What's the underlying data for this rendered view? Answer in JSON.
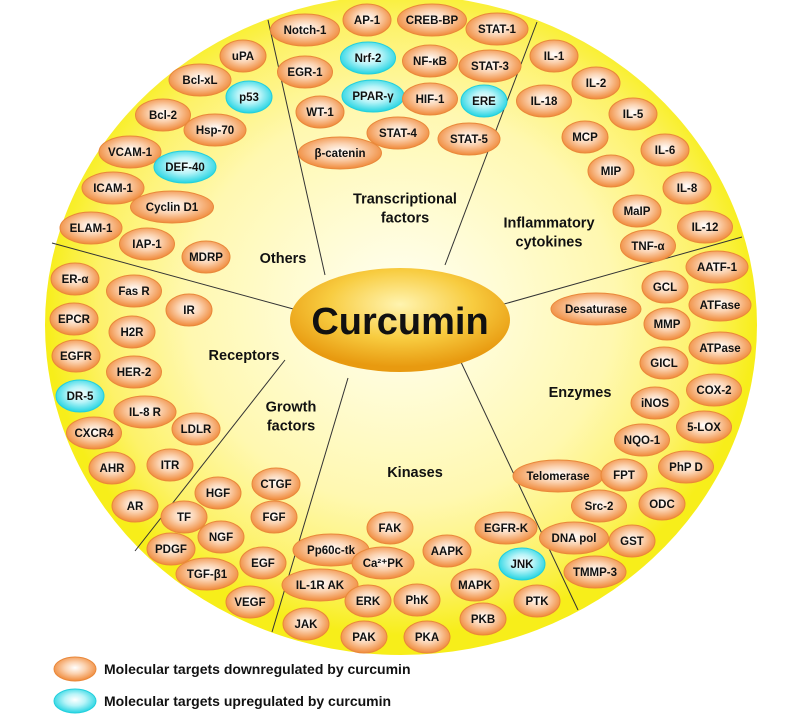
{
  "center_label": "Curcumin",
  "colors": {
    "downregulated": "#f39a4e",
    "upregulated": "#3fe0ea",
    "disc_edge": "#f7ee1a",
    "disc_center": "#fffbe6",
    "center_fill": "#f2b01e"
  },
  "categories": [
    {
      "name": "Others",
      "label_lines": [
        "Others"
      ],
      "items": [
        {
          "label": "uPA",
          "reg": "down"
        },
        {
          "label": "Bcl-xL",
          "reg": "down"
        },
        {
          "label": "p53",
          "reg": "up"
        },
        {
          "label": "Bcl-2",
          "reg": "down"
        },
        {
          "label": "Hsp-70",
          "reg": "down"
        },
        {
          "label": "VCAM-1",
          "reg": "down"
        },
        {
          "label": "DEF-40",
          "reg": "up"
        },
        {
          "label": "ICAM-1",
          "reg": "down"
        },
        {
          "label": "Cyclin D1",
          "reg": "down"
        },
        {
          "label": "ELAM-1",
          "reg": "down"
        },
        {
          "label": "IAP-1",
          "reg": "down"
        },
        {
          "label": "MDRP",
          "reg": "down"
        }
      ]
    },
    {
      "name": "Transcriptional factors",
      "label_lines": [
        "Transcriptional",
        "factors"
      ],
      "items": [
        {
          "label": "Notch-1",
          "reg": "down"
        },
        {
          "label": "AP-1",
          "reg": "down"
        },
        {
          "label": "CREB-BP",
          "reg": "down"
        },
        {
          "label": "STAT-1",
          "reg": "down"
        },
        {
          "label": "Nrf-2",
          "reg": "up"
        },
        {
          "label": "NF-κB",
          "reg": "down"
        },
        {
          "label": "STAT-3",
          "reg": "down"
        },
        {
          "label": "EGR-1",
          "reg": "down"
        },
        {
          "label": "PPAR-γ",
          "reg": "up"
        },
        {
          "label": "HIF-1",
          "reg": "down"
        },
        {
          "label": "ERE",
          "reg": "up"
        },
        {
          "label": "WT-1",
          "reg": "down"
        },
        {
          "label": "STAT-4",
          "reg": "down"
        },
        {
          "label": "STAT-5",
          "reg": "down"
        },
        {
          "label": "β-catenin",
          "reg": "down"
        }
      ]
    },
    {
      "name": "Inflammatory cytokines",
      "label_lines": [
        "Inflammatory",
        "cytokines"
      ],
      "items": [
        {
          "label": "IL-1",
          "reg": "down"
        },
        {
          "label": "IL-2",
          "reg": "down"
        },
        {
          "label": "IL-18",
          "reg": "down"
        },
        {
          "label": "IL-5",
          "reg": "down"
        },
        {
          "label": "MCP",
          "reg": "down"
        },
        {
          "label": "IL-6",
          "reg": "down"
        },
        {
          "label": "MIP",
          "reg": "down"
        },
        {
          "label": "IL-8",
          "reg": "down"
        },
        {
          "label": "MaIP",
          "reg": "down"
        },
        {
          "label": "IL-12",
          "reg": "down"
        },
        {
          "label": "TNF-α",
          "reg": "down"
        }
      ]
    },
    {
      "name": "Enzymes",
      "label_lines": [
        "Enzymes"
      ],
      "items": [
        {
          "label": "AATF-1",
          "reg": "down"
        },
        {
          "label": "GCL",
          "reg": "down"
        },
        {
          "label": "Desaturase",
          "reg": "down"
        },
        {
          "label": "ATFase",
          "reg": "down"
        },
        {
          "label": "MMP",
          "reg": "down"
        },
        {
          "label": "ATPase",
          "reg": "down"
        },
        {
          "label": "GICL",
          "reg": "down"
        },
        {
          "label": "COX-2",
          "reg": "down"
        },
        {
          "label": "iNOS",
          "reg": "down"
        },
        {
          "label": "5-LOX",
          "reg": "down"
        },
        {
          "label": "NQO-1",
          "reg": "down"
        },
        {
          "label": "PhP D",
          "reg": "down"
        },
        {
          "label": "Telomerase",
          "reg": "down"
        },
        {
          "label": "FPT",
          "reg": "down"
        },
        {
          "label": "Src-2",
          "reg": "down"
        },
        {
          "label": "ODC",
          "reg": "down"
        },
        {
          "label": "DNA pol",
          "reg": "down"
        },
        {
          "label": "GST",
          "reg": "down"
        },
        {
          "label": "TMMP-3",
          "reg": "down"
        }
      ]
    },
    {
      "name": "Kinases",
      "label_lines": [
        "Kinases"
      ],
      "items": [
        {
          "label": "FAK",
          "reg": "down"
        },
        {
          "label": "EGFR-K",
          "reg": "down"
        },
        {
          "label": "Pp60c-tk",
          "reg": "down"
        },
        {
          "label": "Ca²⁺PK",
          "reg": "down"
        },
        {
          "label": "AAPK",
          "reg": "down"
        },
        {
          "label": "JNK",
          "reg": "up"
        },
        {
          "label": "IL-1R AK",
          "reg": "down"
        },
        {
          "label": "ERK",
          "reg": "down"
        },
        {
          "label": "PhK",
          "reg": "down"
        },
        {
          "label": "MAPK",
          "reg": "down"
        },
        {
          "label": "PTK",
          "reg": "down"
        },
        {
          "label": "JAK",
          "reg": "down"
        },
        {
          "label": "PAK",
          "reg": "down"
        },
        {
          "label": "PKA",
          "reg": "down"
        },
        {
          "label": "PKB",
          "reg": "down"
        }
      ]
    },
    {
      "name": "Growth factors",
      "label_lines": [
        "Growth",
        "factors"
      ],
      "items": [
        {
          "label": "CTGF",
          "reg": "down"
        },
        {
          "label": "HGF",
          "reg": "down"
        },
        {
          "label": "TF",
          "reg": "down"
        },
        {
          "label": "FGF",
          "reg": "down"
        },
        {
          "label": "NGF",
          "reg": "down"
        },
        {
          "label": "PDGF",
          "reg": "down"
        },
        {
          "label": "EGF",
          "reg": "down"
        },
        {
          "label": "TGF-β1",
          "reg": "down"
        },
        {
          "label": "VEGF",
          "reg": "down"
        }
      ]
    },
    {
      "name": "Receptors",
      "label_lines": [
        "Receptors"
      ],
      "items": [
        {
          "label": "ER-α",
          "reg": "down"
        },
        {
          "label": "Fas R",
          "reg": "down"
        },
        {
          "label": "IR",
          "reg": "down"
        },
        {
          "label": "EPCR",
          "reg": "down"
        },
        {
          "label": "H2R",
          "reg": "down"
        },
        {
          "label": "EGFR",
          "reg": "down"
        },
        {
          "label": "HER-2",
          "reg": "down"
        },
        {
          "label": "DR-5",
          "reg": "up"
        },
        {
          "label": "IL-8 R",
          "reg": "down"
        },
        {
          "label": "CXCR4",
          "reg": "down"
        },
        {
          "label": "LDLR",
          "reg": "down"
        },
        {
          "label": "AHR",
          "reg": "down"
        },
        {
          "label": "ITR",
          "reg": "down"
        },
        {
          "label": "AR",
          "reg": "down"
        }
      ]
    }
  ],
  "legend": [
    {
      "reg": "down",
      "text": "Molecular targets downregulated by curcumin"
    },
    {
      "reg": "up",
      "text": "Molecular targets upregulated by curcumin"
    }
  ]
}
